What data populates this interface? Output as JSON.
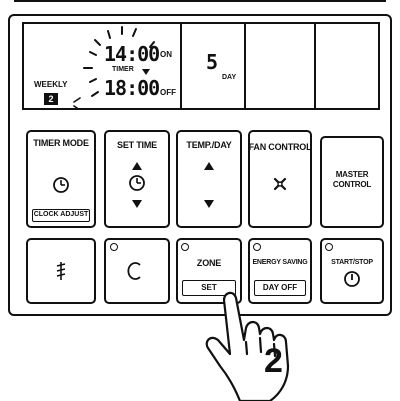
{
  "display": {
    "time_on": "14:00",
    "on_label": "ON",
    "timer_label": "TIMER",
    "time_off": "18:00",
    "off_label": "OFF",
    "weekly_label": "WEEKLY",
    "weekly_num": "2",
    "day_num": "5",
    "day_label": "DAY"
  },
  "buttons": {
    "timer_mode": "TIMER MODE",
    "clock_adjust": "CLOCK ADJUST",
    "set_time": "SET TIME",
    "temp_day": "TEMP./DAY",
    "fan_control": "FAN CONTROL",
    "master_control": "MASTER CONTROL",
    "zone": "ZONE",
    "set": "SET",
    "energy_saving": "ENERGY SAVING",
    "day_off": "DAY OFF",
    "start_stop": "START/STOP"
  },
  "step_number": "2"
}
